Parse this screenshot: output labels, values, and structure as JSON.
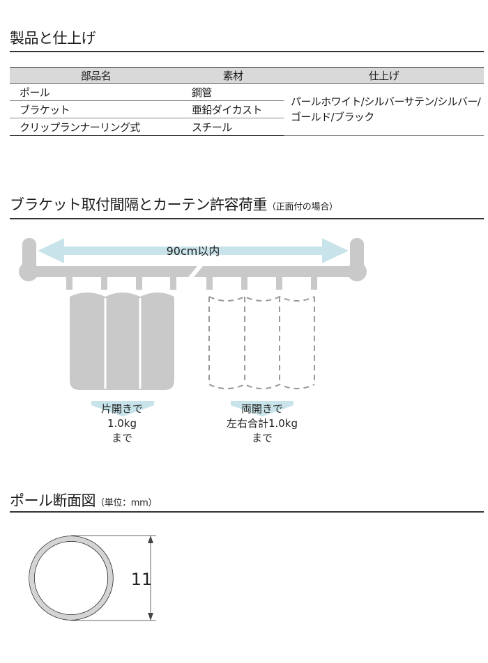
{
  "section1": {
    "title": "製品と仕上げ",
    "table": {
      "headers": [
        "部品名",
        "素材",
        "仕上げ"
      ],
      "rows": [
        {
          "part": "ポール",
          "material": "鋼管"
        },
        {
          "part": "ブラケット",
          "material": "亜鉛ダイカスト"
        },
        {
          "part": "クリップランナーリング式",
          "material": "スチール"
        }
      ],
      "finish": "パールホワイト/シルバーサテン/シルバー/ゴールド/ブラック"
    }
  },
  "section2": {
    "title": "ブラケット取付間隔とカーテン許容荷重",
    "subtitle": "（正面付の場合）",
    "span_label": "90cm以内",
    "left_caption": [
      "片開きで",
      "1.0kg",
      "まで"
    ],
    "right_caption": [
      "両開きで",
      "左右合計1.0kg",
      "まで"
    ]
  },
  "section3": {
    "title": "ポール断面図",
    "subtitle": "（単位：mm）",
    "diameter": "11"
  },
  "colors": {
    "gray": "#c9c9c9",
    "arrow_blue": "#c8e4ea",
    "dashed": "#999999"
  }
}
